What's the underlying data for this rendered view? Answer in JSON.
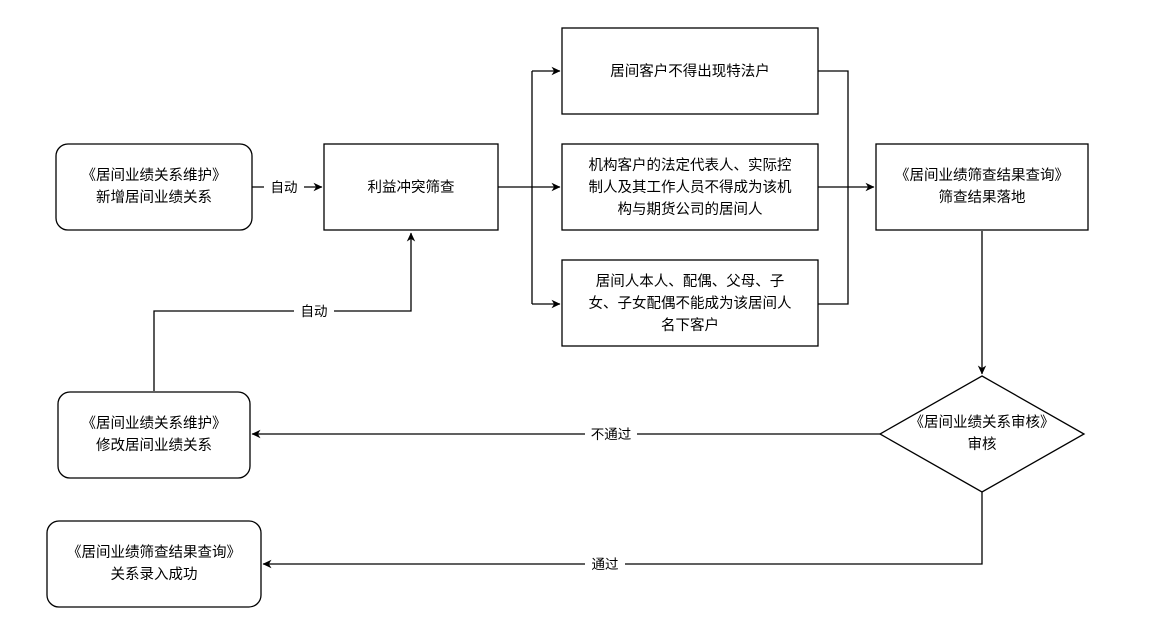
{
  "nodes": {
    "maintain_add": {
      "lines": [
        "《居间业绩关系维护》",
        "新增居间业绩关系"
      ]
    },
    "conflict_check": {
      "lines": [
        "利益冲突筛查"
      ]
    },
    "rule1": {
      "lines": [
        "居间客户不得出现特法户"
      ]
    },
    "rule2": {
      "lines": [
        "机构客户的法定代表人、实际控",
        "制人及其工作人员不得成为该机",
        "构与期货公司的居间人"
      ]
    },
    "rule3": {
      "lines": [
        "居间人本人、配偶、父母、子",
        "女、子女配偶不能成为该居间人",
        "名下客户"
      ]
    },
    "screen_result": {
      "lines": [
        "《居间业绩筛查结果查询》",
        "筛查结果落地"
      ]
    },
    "review": {
      "lines": [
        "《居间业绩关系审核》",
        "审核"
      ]
    },
    "maintain_modify": {
      "lines": [
        "《居间业绩关系维护》",
        "修改居间业绩关系"
      ]
    },
    "success": {
      "lines": [
        "《居间业绩筛查结果查询》",
        "关系录入成功"
      ]
    }
  },
  "edges": {
    "auto_1": "自动",
    "auto_2": "自动",
    "reject": "不通过",
    "approve": "通过"
  },
  "colors": {
    "stroke": "#000000",
    "fill": "#ffffff",
    "text": "#000000"
  }
}
